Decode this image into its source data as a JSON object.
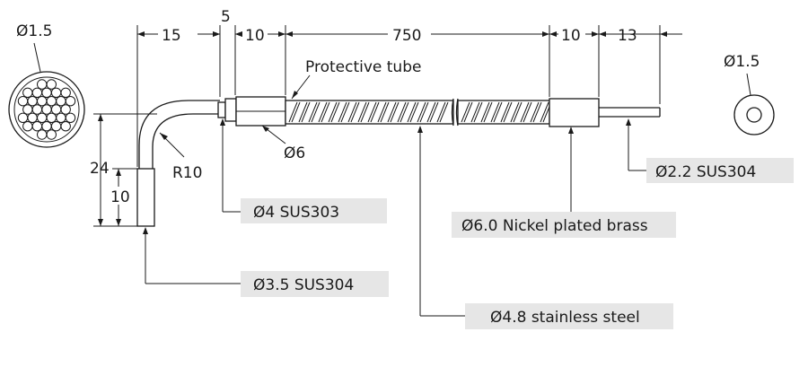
{
  "dimensions": {
    "d15": "15",
    "d5": "5",
    "d10a": "10",
    "d750": "750",
    "d10b": "10",
    "d13": "13",
    "d24": "24",
    "d10v": "10",
    "r10": "R10",
    "dia6": "Ø6",
    "bundle_dia": "Ø1.5",
    "end_dia": "Ø1.5"
  },
  "callouts": {
    "protective_tube": "Protective tube",
    "tip": "Ø2.2   SUS304",
    "ferrule": "Ø4   SUS303",
    "brass": "Ø6.0 Nickel plated brass",
    "probe": "Ø3.5   SUS304",
    "sheath": "Ø4.8 stainless steel"
  },
  "colors": {
    "line": "#1a1a1a",
    "label_bg": "#e6e6e6"
  }
}
